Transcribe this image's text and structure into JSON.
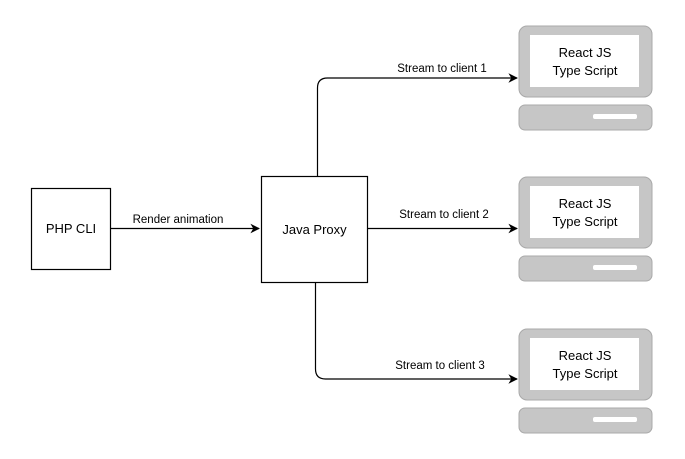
{
  "diagram": {
    "nodes": {
      "php_cli": "PHP CLI",
      "java_proxy": "Java Proxy"
    },
    "edges": {
      "render": "Render animation",
      "stream1": "Stream to client 1",
      "stream2": "Stream to client 2",
      "stream3": "Stream to client 3"
    },
    "clients": [
      {
        "line1": "React JS",
        "line2": "Type Script"
      },
      {
        "line1": "React JS",
        "line2": "Type Script"
      },
      {
        "line1": "React JS",
        "line2": "Type Script"
      }
    ],
    "colors": {
      "stroke": "#000000",
      "computer_body": "#c6c6c6",
      "computer_screen": "#ffffff",
      "computer_edge": "#a9a9a9"
    }
  }
}
